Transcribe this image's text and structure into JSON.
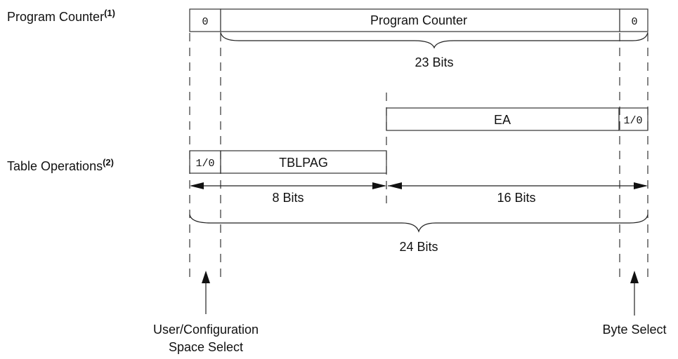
{
  "program_counter": {
    "label": "Program Counter",
    "note": "(1)",
    "fields": [
      "0",
      "Program Counter",
      "0"
    ],
    "span_label": "23 Bits"
  },
  "ea_register": {
    "fields": [
      "EA",
      "1/0"
    ]
  },
  "table_operations": {
    "label": "Table Operations",
    "note": "(2)",
    "fields": [
      "1/0",
      "TBLPAG"
    ],
    "span_left_label": "8 Bits",
    "span_right_label": "16 Bits",
    "total_label": "24 Bits"
  },
  "callouts": {
    "left_line1": "User/Configuration",
    "left_line2": "Space Select",
    "right": "Byte Select"
  }
}
